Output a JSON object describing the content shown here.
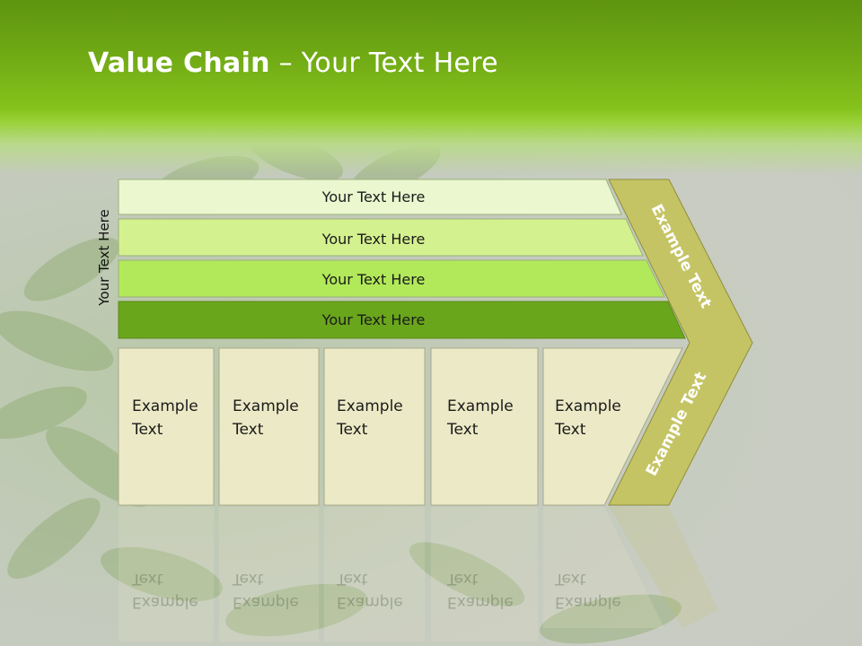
{
  "slide": {
    "title_bold": "Value Chain",
    "title_rest": " – Your Text Here",
    "side_label": "Your Text Here"
  },
  "bars": [
    {
      "label": "Your Text Here",
      "color": "#eaf7cf"
    },
    {
      "label": "Your Text Here",
      "color": "#d4f18f"
    },
    {
      "label": "Your Text Here",
      "color": "#b2e95a"
    },
    {
      "label": "Your Text Here",
      "color": "#6aa61c"
    }
  ],
  "columns": [
    {
      "line1": "Example",
      "line2": "Text"
    },
    {
      "line1": "Example",
      "line2": "Text"
    },
    {
      "line1": "Example",
      "line2": "Text"
    },
    {
      "line1": "Example",
      "line2": "Text"
    },
    {
      "line1": "Example",
      "line2": "Text"
    }
  ],
  "chevron": {
    "top_text": "Example Text",
    "bottom_text": "Example Text",
    "color": "#c5c465"
  },
  "colors": {
    "column_fill": "#eceac6",
    "header_green": "#7ab81a"
  }
}
